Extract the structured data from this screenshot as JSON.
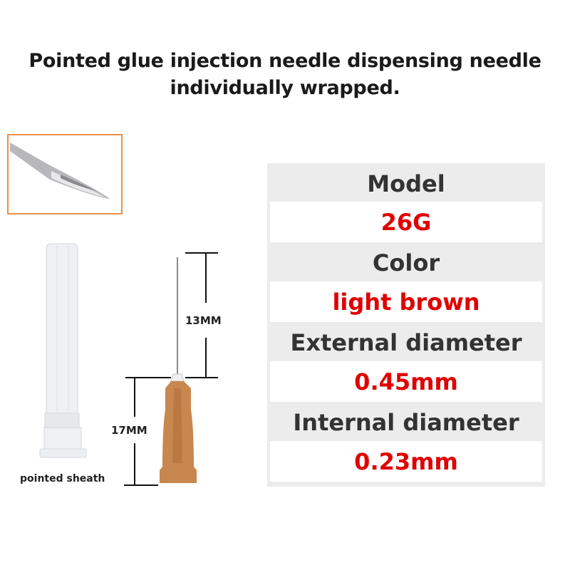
{
  "title": {
    "line1": "Pointed glue injection needle dispensing needle",
    "line2": "individually wrapped."
  },
  "spec_table": [
    {
      "label": "Model",
      "value": "26G"
    },
    {
      "label": "Color",
      "value": "light brown"
    },
    {
      "label": "External diameter",
      "value": "0.45mm"
    },
    {
      "label": "Internal diameter",
      "value": "0.23mm"
    }
  ],
  "dimensions": {
    "needle_length": "13MM",
    "hub_length": "17MM"
  },
  "sheath_label": "pointed sheath",
  "colors": {
    "value_red": "#e00000",
    "hub_brown": "#c8874f",
    "frame_orange": "#e8914a"
  }
}
